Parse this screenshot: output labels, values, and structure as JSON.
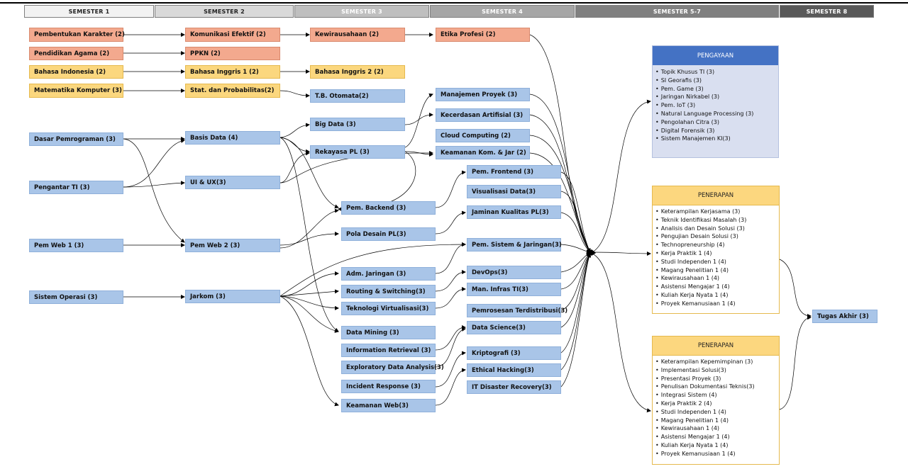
{
  "semesters": [
    "SEMESTER 1",
    "SEMESTER 2",
    "SEMESTER 3",
    "SEMESTER 4",
    "SEMESTER 5-7",
    "SEMESTER 8"
  ],
  "courses": {
    "s1": [
      "Pembentukan Karakter (2)",
      "Pendidikan Agama (2)",
      "Bahasa Indonesia (2)",
      "Matematika Komputer (3)",
      "Dasar Pemrograman (3)",
      "Pengantar TI (3)",
      "Pem Web 1 (3)",
      "Sistem Operasi (3)"
    ],
    "s2": [
      "Komunikasi Efektif (2)",
      "PPKN (2)",
      "Bahasa Inggris 1 (2)",
      "Stat. dan Probabilitas(2)",
      "Basis Data (4)",
      "UI & UX(3)",
      "Pem Web 2 (3)",
      "Jarkom (3)"
    ],
    "s3a": [
      "Kewirausahaan (2)",
      "Bahasa Inggris 2 (2)",
      "T.B. Otomata(2)",
      "Big Data (3)",
      "Rekayasa PL (3)"
    ],
    "s3b": [
      "Pem. Backend (3)",
      "Pola Desain PL(3)",
      "Adm. Jaringan (3)",
      "Routing & Switching(3)",
      "Teknologi Virtualisasi(3)",
      "Data Mining (3)",
      "Information Retrieval (3)",
      "Exploratory Data Analysis(3)",
      "Incident Response (3)",
      "Keamanan Web(3)"
    ],
    "s4a": [
      "Etika Profesi (2)",
      "Manajemen Proyek (3)",
      "Kecerdasan Artifisial (3)",
      "Cloud Computing (2)",
      "Keamanan Kom. & Jar (2)"
    ],
    "s4b": [
      "Pem. Frontend (3)",
      "Visualisasi Data(3)",
      "Jaminan Kualitas PL(3)",
      "Pem. Sistem & Jaringan(3)",
      "DevOps(3)",
      "Man. Infras TI(3)",
      "Pemrosesan Terdistribusi(3)",
      "Data Science(3)",
      "Kriptografi (3)",
      "Ethical Hacking(3)",
      "IT Disaster Recovery(3)"
    ],
    "s8": [
      "Tugas Akhir (3)"
    ]
  },
  "pengayaan": {
    "title": "PENGAYAAN",
    "items": [
      "Topik Khusus TI (3)",
      "SI Georafis (3)",
      "Pem. Game (3)",
      "Jaringan Nirkabel (3)",
      "Pem. IoT (3)",
      "Natural Language Processing (3)",
      "Pengolahan Citra (3)",
      "Digital Forensik (3)",
      "Sistem Manajemen KI(3)"
    ]
  },
  "penerapan1": {
    "title": "PENERAPAN",
    "items": [
      "Keterampilan Kerjasama (3)",
      "Teknik Identifikasi Masalah (3)",
      "Analisis dan Desain Solusi (3)",
      "Pengujian Desain Solusi (3)",
      "Technopreneurship (4)",
      "Kerja Praktik 1 (4)",
      "Studi Independen 1 (4)",
      "Magang Penelitian 1 (4)",
      "Kewirausahaan 1 (4)",
      "Asistensi Mengajar 1 (4)",
      "Kuliah Kerja Nyata 1 (4)",
      "Proyek Kemanusiaan 1 (4)"
    ]
  },
  "penerapan2": {
    "title": "PENERAPAN",
    "items": [
      "Keterampilan Kepemimpinan (3)",
      "Implementasi Solusi(3)",
      "Presentasi Proyek (3)",
      "Penulisan Dokumentasi Teknis(3)",
      "Integrasi Sistem (4)",
      "Kerja Praktik 2 (4)",
      "Studi Independen 1 (4)",
      "Magang Penelitian 1 (4)",
      "Kewirausahaan 1 (4)",
      "Asistensi Mengajar 1 (4)",
      "Kuliah Kerja Nyata 1 (4)",
      "Proyek Kemanusiaan 1 (4)"
    ]
  },
  "colors": {
    "orange": "#f3a98e",
    "yellow": "#fbd77e",
    "blue": "#a9c5e8",
    "pengayaan_header": "#4472c4",
    "pengayaan_body": "#d9dff0",
    "penerapan_header": "#fcd77f",
    "connector": "#000000"
  }
}
